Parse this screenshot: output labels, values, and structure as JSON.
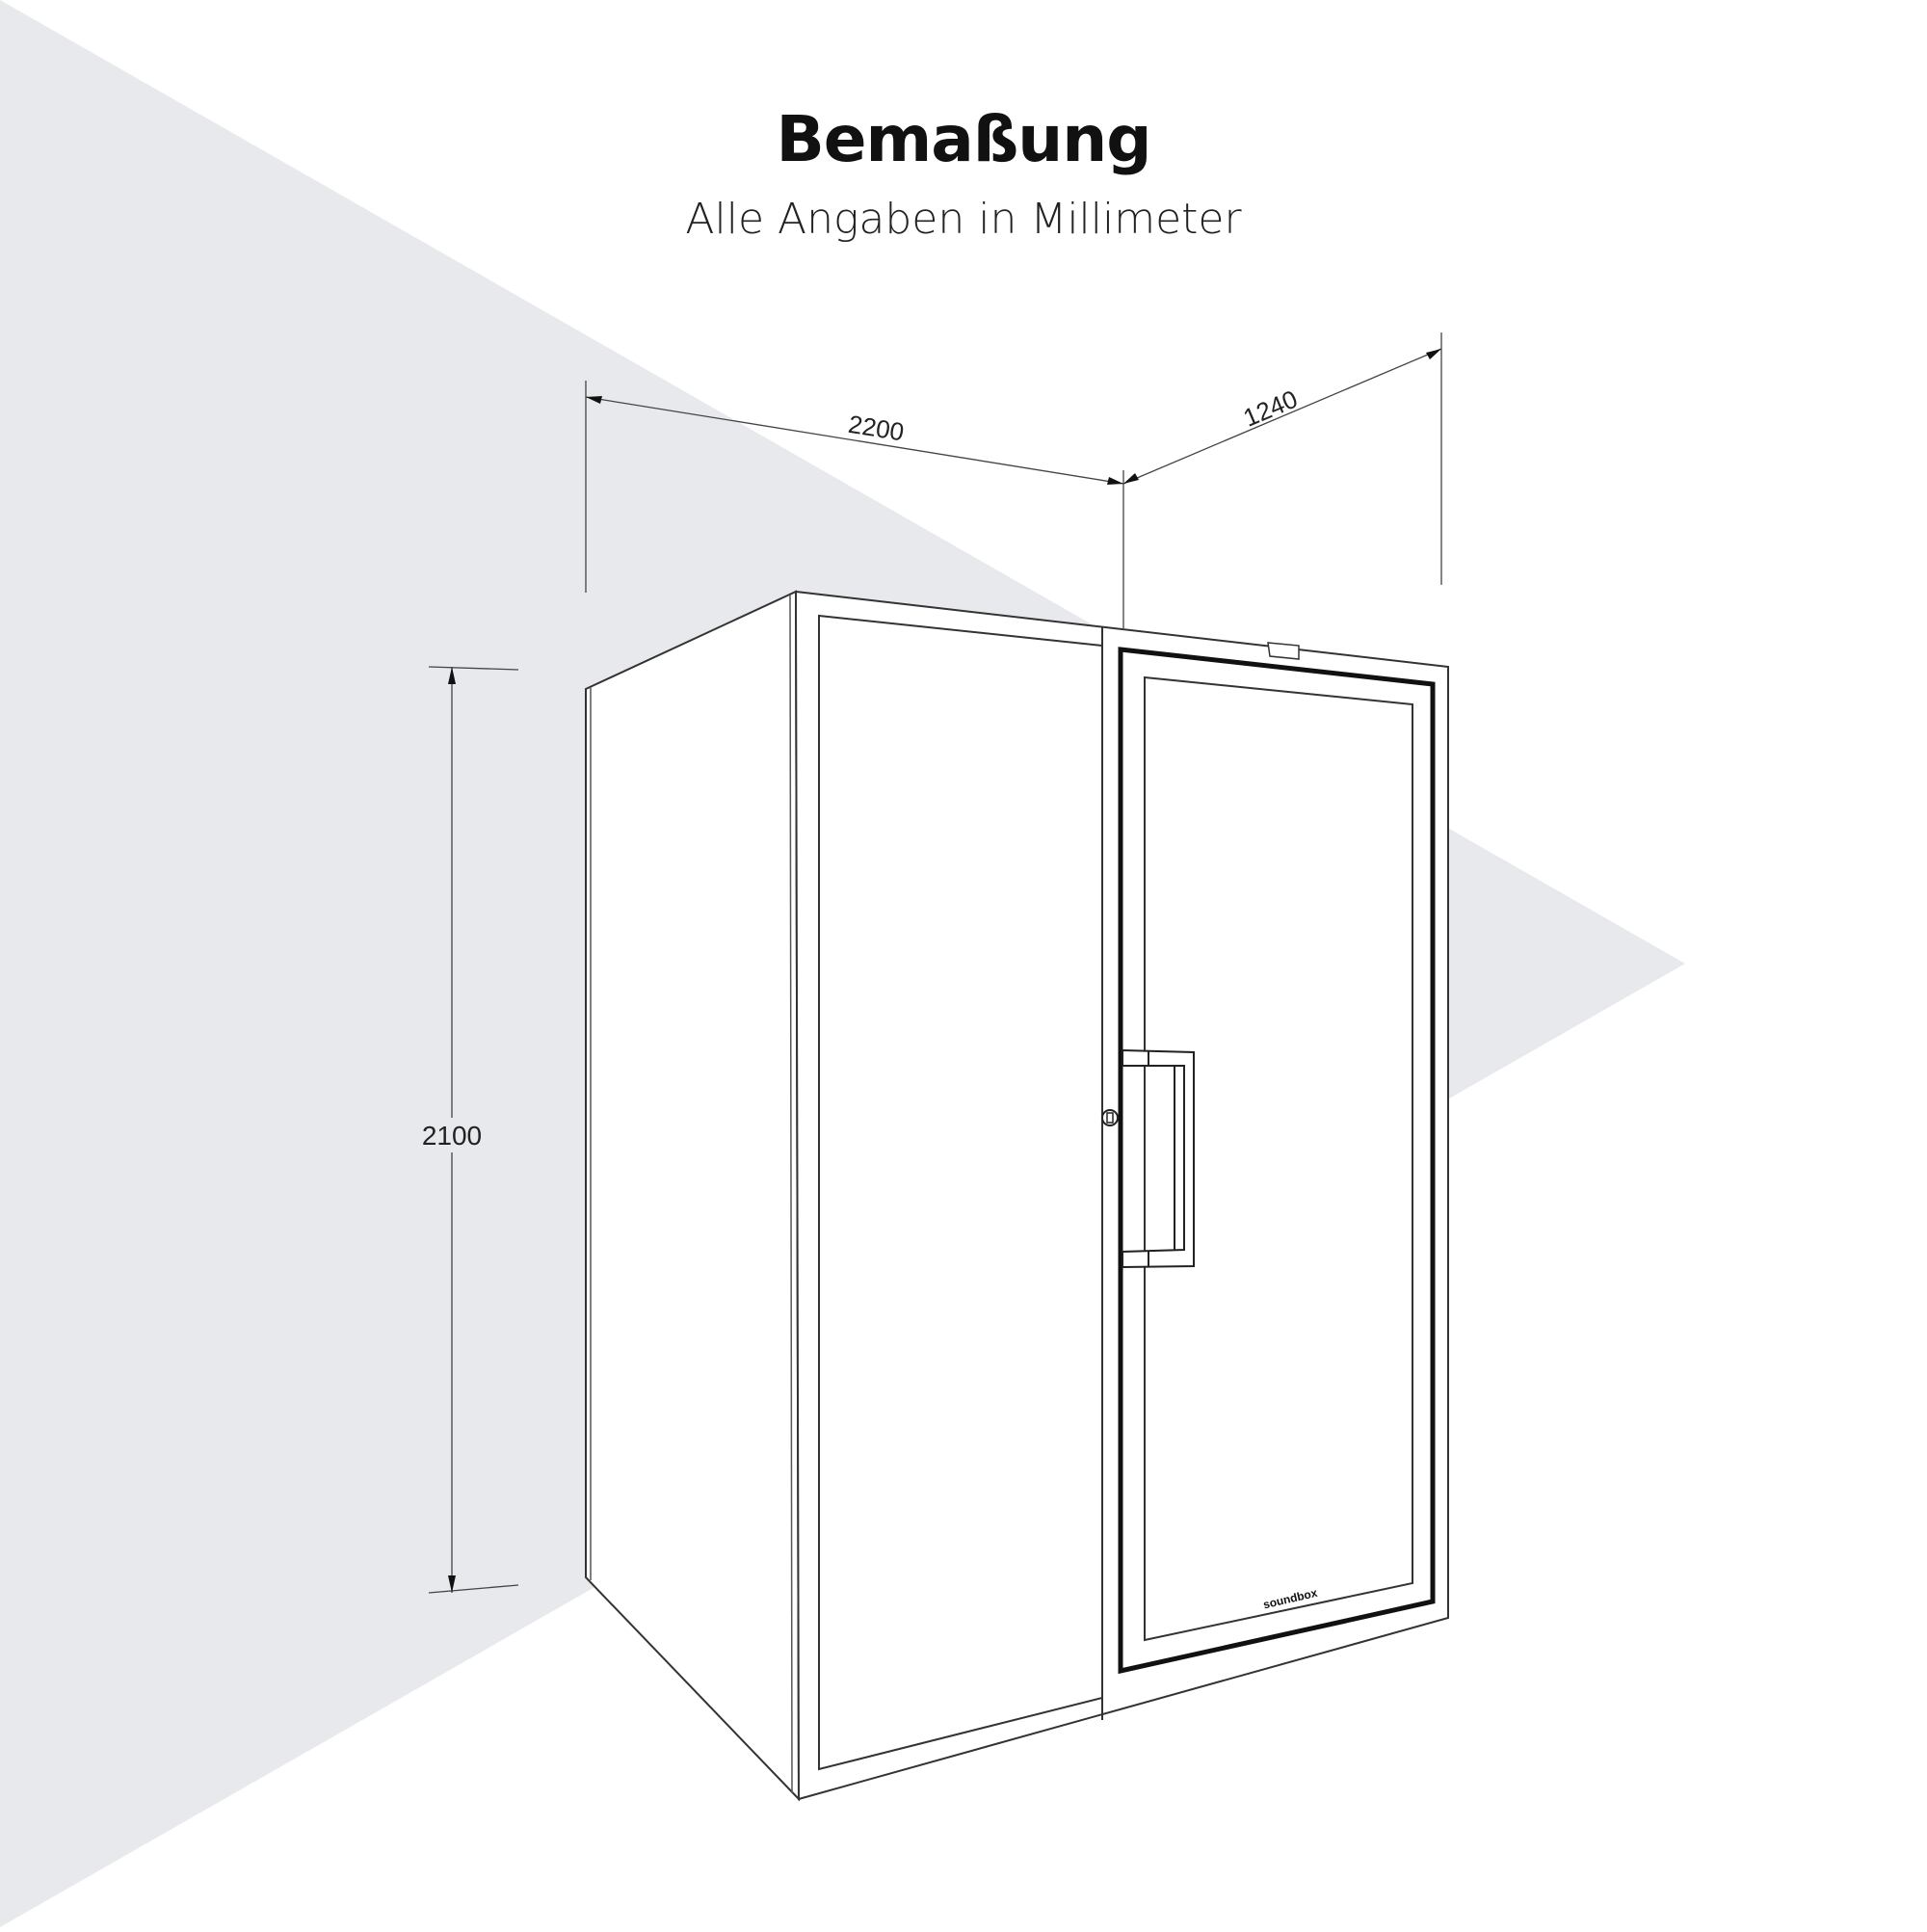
{
  "header": {
    "title": "Bemaßung",
    "subtitle": "Alle Angaben in Millimeter"
  },
  "dimensions": {
    "width": "2200",
    "depth": "1240",
    "height": "2100"
  },
  "product": {
    "logo": "soundbox"
  },
  "colors": {
    "background": "#ffffff",
    "triangle": "#e8e9ed",
    "line": "#333333"
  }
}
